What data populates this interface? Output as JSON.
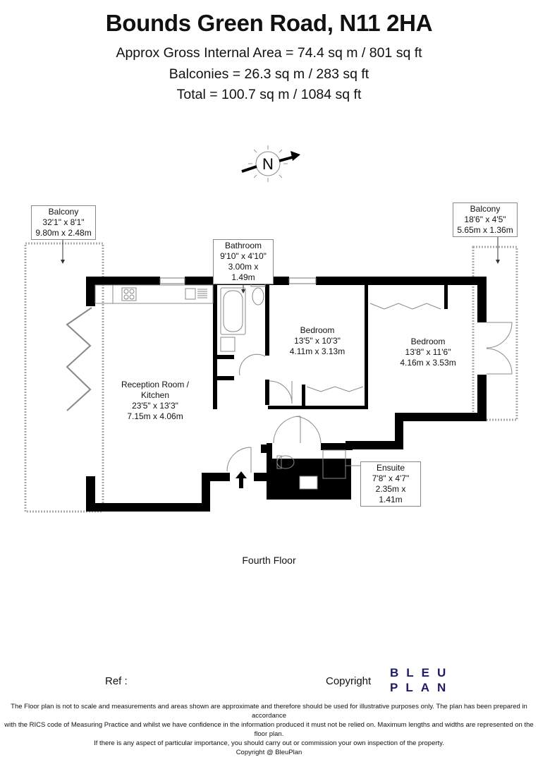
{
  "header": {
    "title": "Bounds Green Road, N11 2HA",
    "gross_internal_area": "Approx Gross Internal Area = 74.4 sq m / 801 sq ft",
    "balconies_area": "Balconies = 26.3 sq m / 283 sq ft",
    "total_area": "Total = 100.7 sq m / 1084 sq ft"
  },
  "compass": {
    "icon": "north-arrow-icon",
    "label": "N"
  },
  "rooms": {
    "balcony_left": {
      "name": "Balcony",
      "imperial": "32'1\" x 8'1\"",
      "metric": "9.80m x 2.48m"
    },
    "balcony_right": {
      "name": "Balcony",
      "imperial": "18'6\" x 4'5\"",
      "metric": "5.65m x 1.36m"
    },
    "bathroom": {
      "name": "Bathroom",
      "imperial": "9'10\" x 4'10\"",
      "metric": "3.00m x 1.49m"
    },
    "bedroom_1": {
      "name": "Bedroom",
      "imperial": "13'5\" x 10'3\"",
      "metric": "4.11m x 3.13m"
    },
    "bedroom_2": {
      "name": "Bedroom",
      "imperial": "13'8\" x 11'6\"",
      "metric": "4.16m x 3.53m"
    },
    "reception": {
      "name": "Reception Room /",
      "name2": "Kitchen",
      "imperial": "23'5\" x 13'3\"",
      "metric": "7.15m x 4.06m"
    },
    "ensuite": {
      "name": "Ensuite",
      "imperial": "7'8\" x 4'7\"",
      "metric": "2.35m x 1.41m"
    }
  },
  "floor": {
    "name": "Fourth Floor"
  },
  "footer": {
    "ref_label": "Ref  :",
    "copyright_label": "Copyright",
    "logo_line1": "BLEU",
    "logo_line2": "PLAN",
    "logo_color": "#1e1b66",
    "disclaimer_1": "The Floor plan is not to scale and measurements and areas shown are approximate and therefore should be used for illustrative purposes only. The plan has been prepared in accordance",
    "disclaimer_2": "with the RICS code of Measuring Practice and whilst we have confidence in the information produced it must not be relied on. Maximum lengths and widths are represented on the floor plan.",
    "disclaimer_3": "If there is any aspect of particular importance, you should carry out or commission your own inspection of the property.",
    "disclaimer_4": "Copyright @ BleuPlan"
  }
}
